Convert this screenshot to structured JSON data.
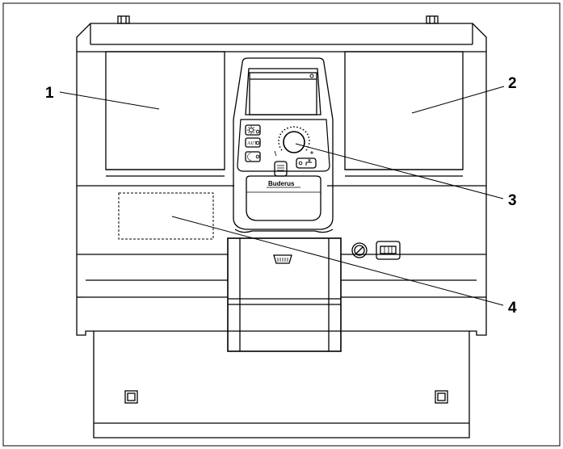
{
  "diagram": {
    "callouts": [
      {
        "id": "1",
        "label": "1"
      },
      {
        "id": "2",
        "label": "2"
      },
      {
        "id": "3",
        "label": "3"
      },
      {
        "id": "4",
        "label": "4"
      }
    ],
    "controller": {
      "brand": "Buderus",
      "mode_buttons": {
        "day_icon": "sun-icon",
        "auto_label": "AUT",
        "night_icon": "moon-icon",
        "hot_water_icon": "tap-icon"
      },
      "dial_icon": "rotary-knob-icon"
    },
    "colors": {
      "line": "#000000",
      "background": "#ffffff"
    }
  }
}
